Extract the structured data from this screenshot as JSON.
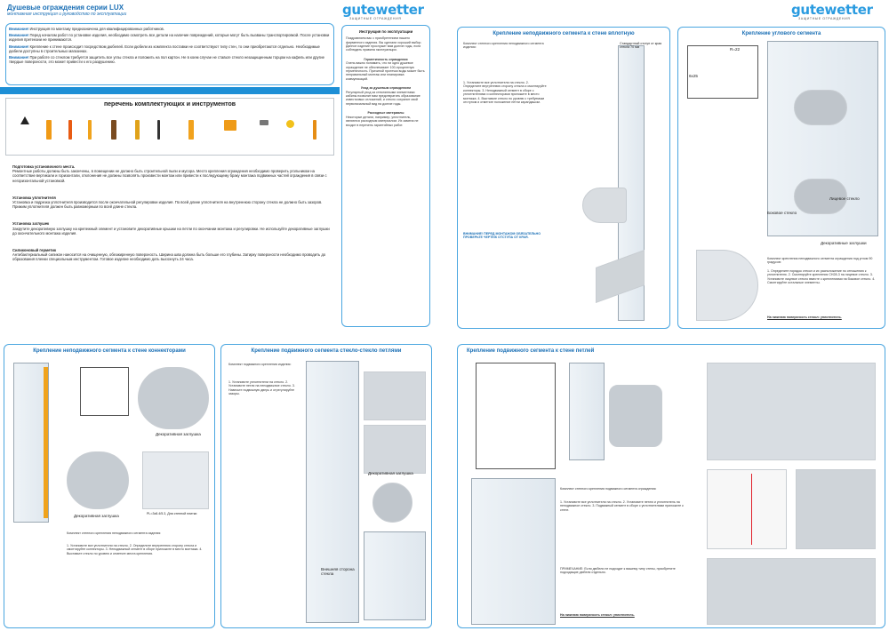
{
  "brand": {
    "logo": "gutewetter",
    "tagline": "ЗАЩИТНЫЕ ОГРАЖДЕНИЯ",
    "accent": "#1d8fd6"
  },
  "sheet1": {
    "title": "Душевые ограждения серии LUX",
    "subtitle": "монтажная инструкция и руководство по эксплуатации",
    "warnings": [
      {
        "label": "Внимание!",
        "text": "Инструкция по монтажу предназначена для квалифицированных работников."
      },
      {
        "label": "Внимание!",
        "text": "Перед началом работ по установке изделия, необходимо осмотреть все детали на наличие повреждений, которые могут быть вызваны транспортировкой. После установки изделия претензии не принимаются."
      },
      {
        "label": "Внимание!",
        "text": "Крепление к стене происходит посредством дюбелей. Если дюбели из комплекта поставки не соответствуют типу стен, то они приобретаются отдельно. Необходимые дюбели доступны в строительных магазинах."
      },
      {
        "label": "Внимание!",
        "text": "При работе со стеклом требуется защитить все углы стекла и положить на пол картон. Не в коем случае не ставьте стекло незащищенным торцом на кафель или другие твердые поверхности, это может привести к его разрушению."
      }
    ],
    "tools_title": "перечень комплектующих и инструментов",
    "sections": [
      {
        "title": "Подготовка установочного места.",
        "text": "Ремонтные работы должны быть закончены, в помещении не должно быть строительной пыли и мусора. Место крепления ограждения необходимо проверить угольником на соответствие вертикали и горизонтали, отклонения не должны позволять произвести монтаж или привести к последующему браку монтажа подвижных частей ограждения в связи с негоризонтальной установкой."
      },
      {
        "title": "Установка уплотнителя",
        "text": "Установка и подрезка уплотнителя производится после окончательной регулировки изделия. По всей длине уплотнителя на внутреннюю сторону стекла не должно быть зазоров. Прижим уплотнителя должен быть равномерным по всей длине стекла."
      },
      {
        "title": "Установка заглушек",
        "text": "Закрутите декоративную заглушку на крепежный элемент и установите декоративные крышки на петли по окончании монтажа и регулировки. Не используйте декоративные заглушки до окончательного монтажа изделия."
      },
      {
        "title": "Силиконовый герметик",
        "text": "Антибактериальный силикон наносится на очищенную, обезжиренную поверхность. Ширина шва должна быть больше его глубины. Затирку поверхности необходимо проводить до образования пленки специальным инструментом. Готовое изделие необходимо дать высохнуть 24 часа."
      }
    ],
    "side_title": "Инструкция по эксплуатации",
    "side_intro": "Поздравляем вас с приобретением нашего фирменного изделия. Вы сделали хороший выбор. Данное изделие прослужит вам долгие годы, если соблюдать правила эксплуатации.",
    "side_h1": "Герметичность ограждения",
    "side_t1": "Очень важно понимать, что ни одно душевое ограждение не обеспечивает 100-процентную герметичность. Причиной протечки воды может быть неправильный монтаж или планировка коммуникаций.",
    "side_h2": "Уход за душевым ограждением",
    "side_t2": "Регулярный уход за стеклянными элементами кабины позволит вам предотвратить образование известковых отложений, и стекло сохранит свой первоначальный вид на долгие годы.",
    "side_h3": "Расходные материалы",
    "side_t3": "Некоторые детали, например, уплотнитель, являются расходным материалом. Их замена не входит в перечень гарантийных работ."
  },
  "sheet2": {
    "title": "Крепление неподвижного сегмента к стене вплотную",
    "kit_text": "Комплект стенного крепления неподвижного сегмента изделия:",
    "label1": "Стандартный отступ от края стекла 70 мм",
    "steps": "1. Установите все уплотнители на стекло. 2. Определите внутреннюю сторону стекла и смонтируйте коннекторы. 3. Неподвижный сегмент в сборе с уплотнителями и коннекторами приложите в место монтажа. 4. Выставьте стекло по уровню с требуемым отступом и отметьте положение петли карандашом.",
    "note": "ВНИМАНИЕ! ПЕРЕД МОНТАЖОМ ОБЯЗАТЕЛЬНО ПРОВЕРЬТЕ ЧЕРТЕЖ ОТСТУПА ОТ КРАЯ."
  },
  "sheet3": {
    "title": "Крепление углового сегмента",
    "dim_label1": "R=22",
    "dim_label2": "6x25",
    "lbl_a": "Боковое стекло",
    "lbl_b": "Лицевое стекло",
    "lbl_c": "Декоративные заглушки",
    "kit_text": "Комплект крепления неподвижного сегмента ограждения под углом 90 градусов:",
    "steps": "1. Определите порядок стекол и их расположение по отношению к уплотнителю. 2. Смонтируйте крепления СН28-3 на лицевое стекло. 3. Установите лицевое стекло вместе с креплениями на боковое стекло. 4. Смонтируйте остальные элементы.",
    "footer": "На нижнюю поверхность стекол: уплотнитель."
  },
  "sheet4": {
    "title": "Крепление неподвижного сегмента к стене коннекторами",
    "lbl_a": "Декоративная заглушка",
    "lbl_b": "Декоративная заглушка",
    "lbl_c": "PL=3x8.4/5.3, Для стенной плитки",
    "kit_text": "Комплект стенного крепления неподвижного сегмента изделия:",
    "steps": "1. Установите все уплотнители на стекло. 2. Определите внутреннюю сторону стекла и смонтируйте коннекторы. 3. Неподвижный сегмент в сборе приложите в место монтажа. 4. Выставьте стекло по уровню и отметьте места крепления."
  },
  "sheet5": {
    "title": "Крепление подвижного сегмента стекло-стекло петлями",
    "lbl_a": "Декоративная заглушка",
    "lbl_b": "Внешняя сторона стекла",
    "kit_text": "Комплект подвижного крепления изделия:",
    "steps": "1. Установите уплотнители на стекло. 2. Установите петли на неподвижное стекло. 3. Навесьте подвижную дверь и отрегулируйте зазоры."
  },
  "sheet6": {
    "title": "Крепление подвижного сегмента к стене петлей",
    "kit_text": "Комплект стенного крепления подвижного сегмента ограждения:",
    "steps": "1. Установите все уплотнители на стекло. 2. Установите петлю и уплотнитель на неподвижное стекло. 3. Подвижный сегмент в сборе с уплотнителями приложите к стене.",
    "note": "ПРИМЕЧАНИЕ: Если дюбели не подходят к вашему типу стены, приобретите подходящие дюбели отдельно.",
    "footer": "На нижнюю поверхность стекол: уплотнитель."
  }
}
